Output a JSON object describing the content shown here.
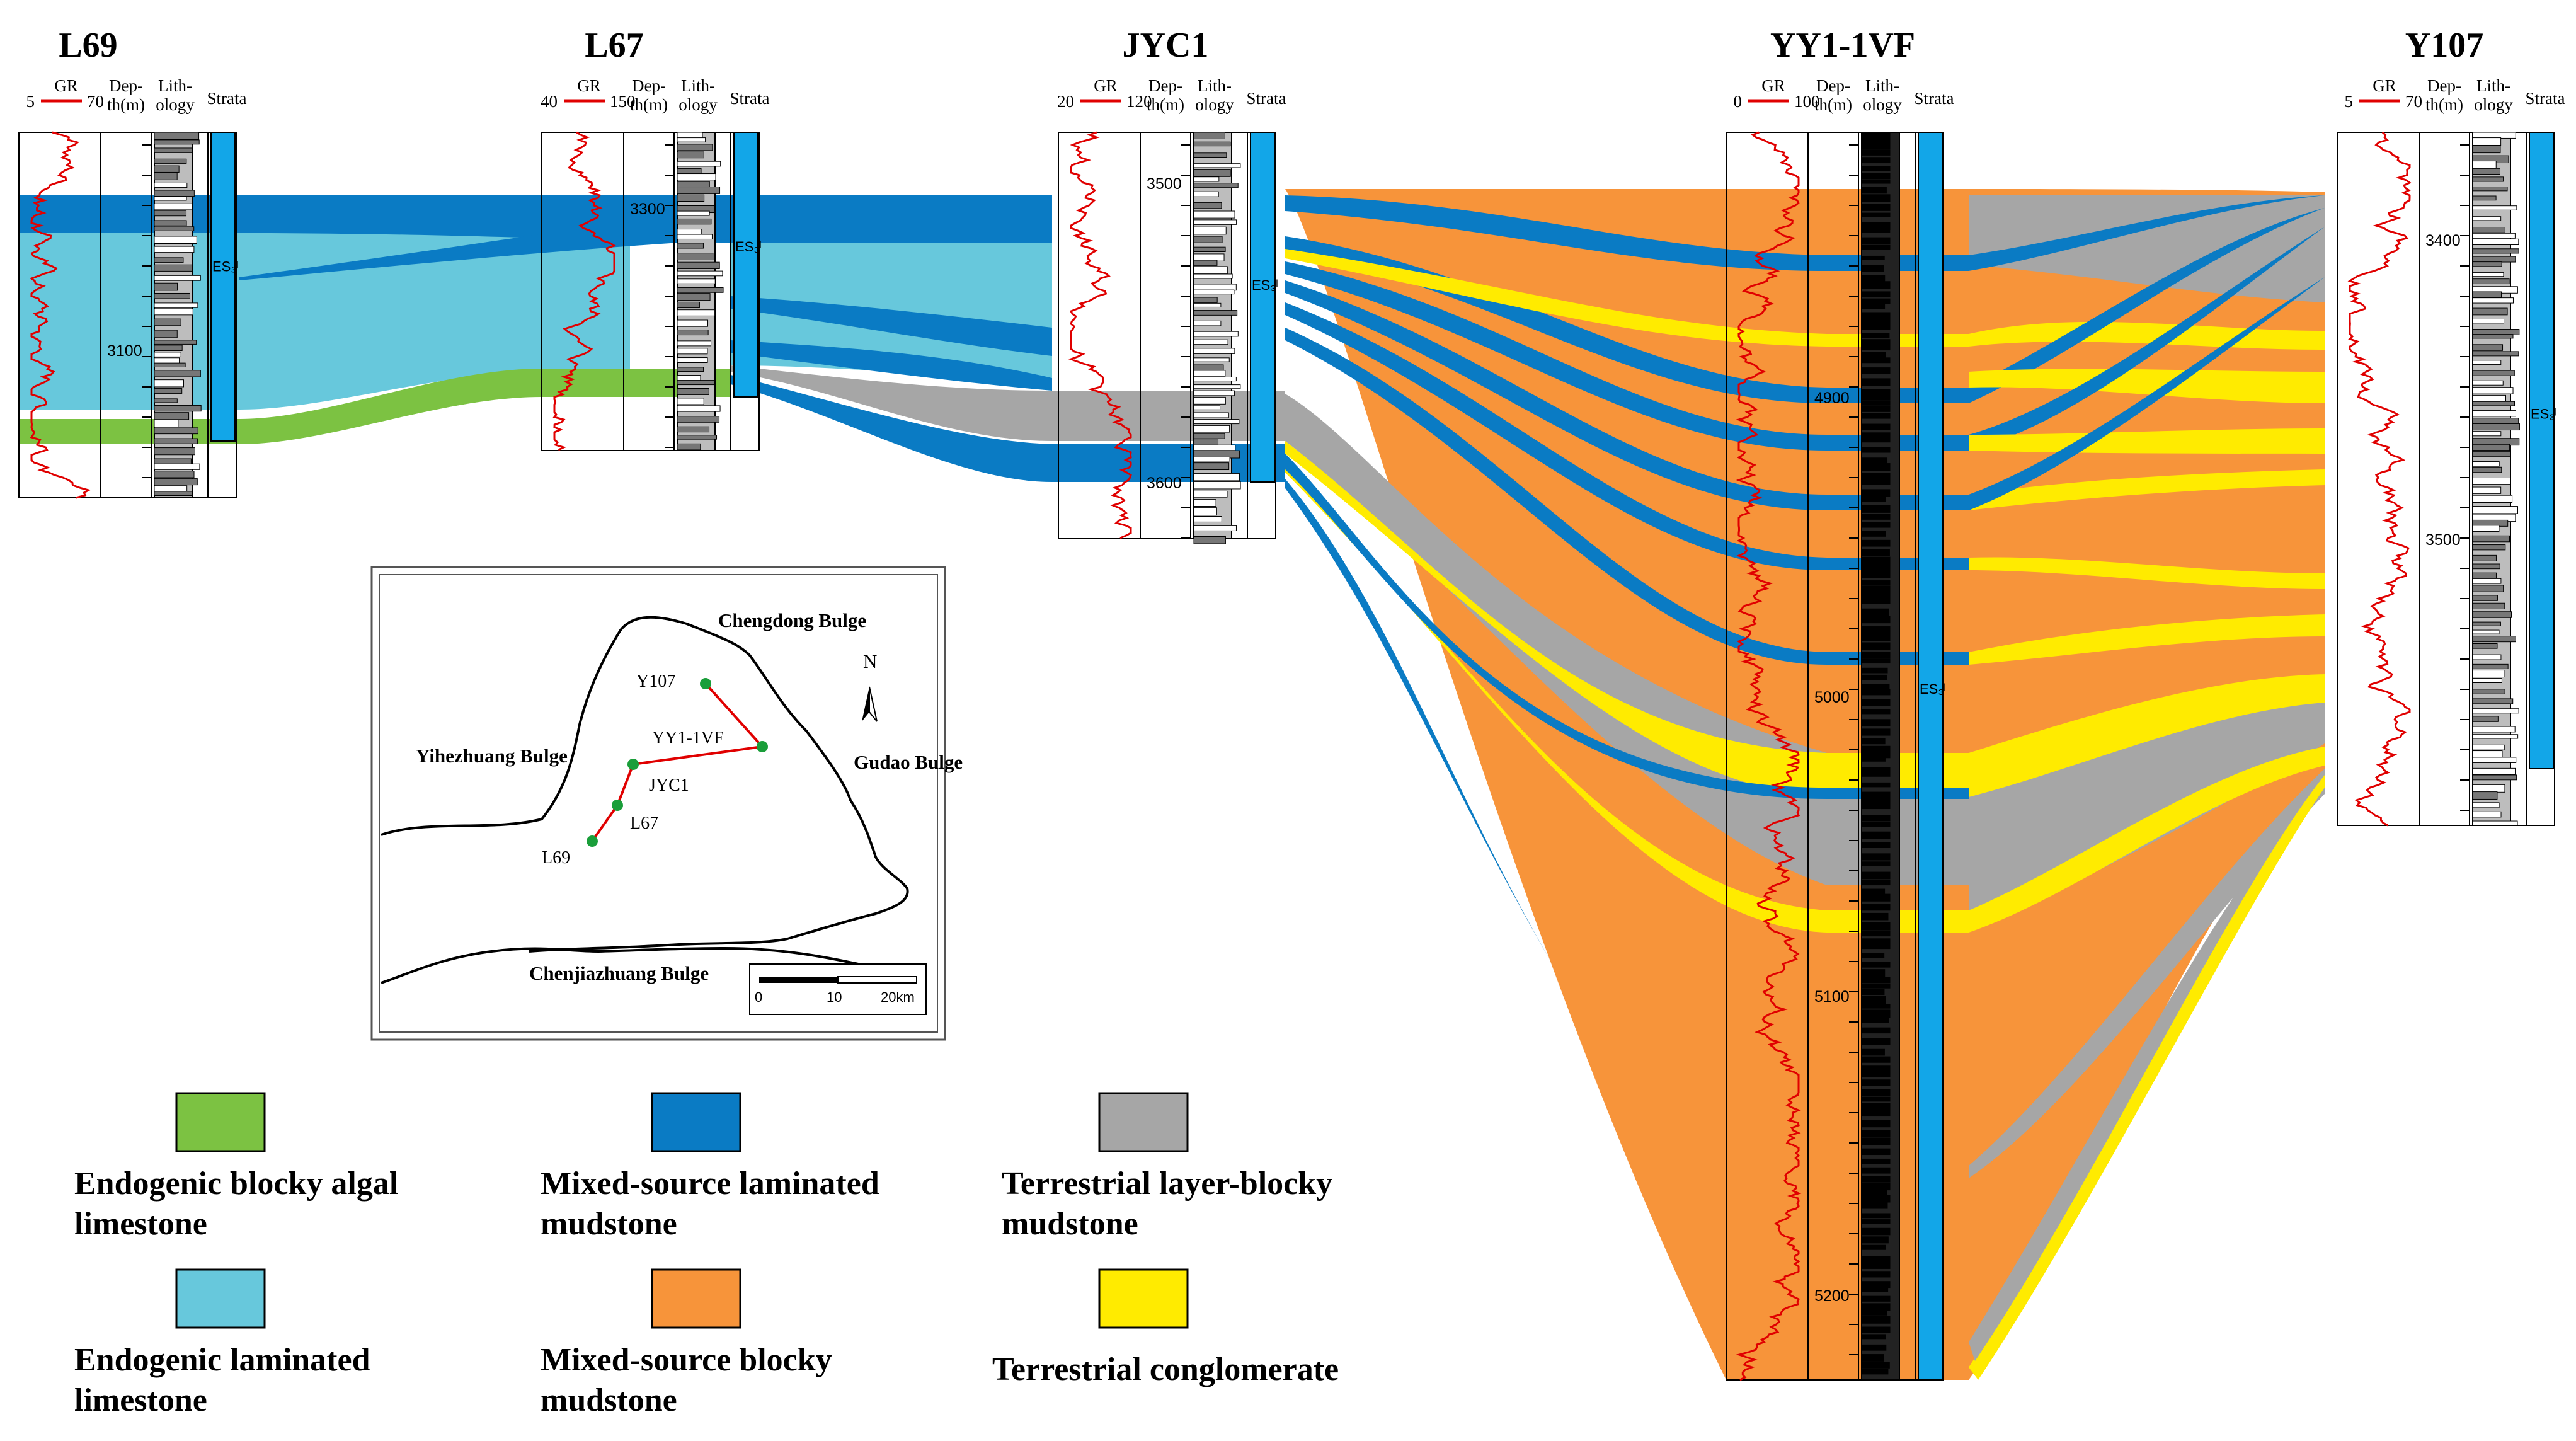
{
  "colors": {
    "endogenic_blocky_algal_limestone": "#7cc242",
    "mixed_source_laminated_mudstone": "#0a7bc4",
    "terrestrial_layer_blocky_mudstone": "#a6a6a6",
    "endogenic_laminated_limestone": "#67c8dc",
    "mixed_source_blocky_mudstone": "#f7943a",
    "terrestrial_conglomerate": "#ffeb00",
    "strata_bar": "#12a6e8",
    "gr_curve": "#e00000",
    "lithology_dark": "#222222"
  },
  "wells": [
    {
      "name": "L69",
      "gr_min": "5",
      "gr_max": "70",
      "gr_label": "GR",
      "depth_label": "Dep-th(m)",
      "lith_label": "Lith-ology",
      "strata_label": "Strata",
      "depth_ticks": [
        "3100"
      ],
      "strata_code": "ES₃ˡ"
    },
    {
      "name": "L67",
      "gr_min": "40",
      "gr_max": "150",
      "gr_label": "GR",
      "depth_label": "Dep-th(m)",
      "lith_label": "Lith-ology",
      "strata_label": "Strata",
      "depth_ticks": [
        "3300"
      ],
      "strata_code": "ES₃ˡ"
    },
    {
      "name": "JYC1",
      "gr_min": "20",
      "gr_max": "120",
      "gr_label": "GR",
      "depth_label": "Dep-th(m)",
      "lith_label": "Lith-ology",
      "strata_label": "Strata",
      "depth_ticks": [
        "3500",
        "3600"
      ],
      "strata_code": "ES₃ˡ"
    },
    {
      "name": "YY1-1VF",
      "gr_min": "0",
      "gr_max": "100",
      "gr_label": "GR",
      "depth_label": "Dep-th(m)",
      "lith_label": "Lith-ology",
      "strata_label": "Strata",
      "depth_ticks": [
        "4900",
        "5000",
        "5100",
        "5200"
      ],
      "strata_code": "ES₃ˡ"
    },
    {
      "name": "Y107",
      "gr_min": "5",
      "gr_max": "70",
      "gr_label": "GR",
      "depth_label": "Dep-th(m)",
      "lith_label": "Lith-ology",
      "strata_label": "Strata",
      "depth_ticks": [
        "3400",
        "3500"
      ],
      "strata_code": "ES₃ˡ"
    }
  ],
  "map": {
    "bulges": [
      "Chengdong Bulge",
      "Yihezhuang Bulge",
      "Gudao Bulge",
      "Chenjiazhuang Bulge"
    ],
    "wells": [
      "Y107",
      "YY1-1VF",
      "JYC1",
      "L67",
      "L69"
    ],
    "north": "N",
    "scale_labels": [
      "0",
      "10",
      "20km"
    ]
  },
  "legend": [
    {
      "lines": [
        "Endogenic blocky algal",
        "limestone"
      ],
      "color_key": "endogenic_blocky_algal_limestone"
    },
    {
      "lines": [
        "Mixed-source laminated",
        "mudstone"
      ],
      "color_key": "mixed_source_laminated_mudstone"
    },
    {
      "lines": [
        "Terrestrial layer-blocky",
        "mudstone"
      ],
      "color_key": "terrestrial_layer_blocky_mudstone"
    },
    {
      "lines": [
        "Endogenic laminated",
        "limestone"
      ],
      "color_key": "endogenic_laminated_limestone"
    },
    {
      "lines": [
        "Mixed-source blocky",
        "mudstone"
      ],
      "color_key": "mixed_source_blocky_mudstone"
    },
    {
      "lines": [
        "Terrestrial conglomerate"
      ],
      "color_key": "terrestrial_conglomerate"
    }
  ]
}
